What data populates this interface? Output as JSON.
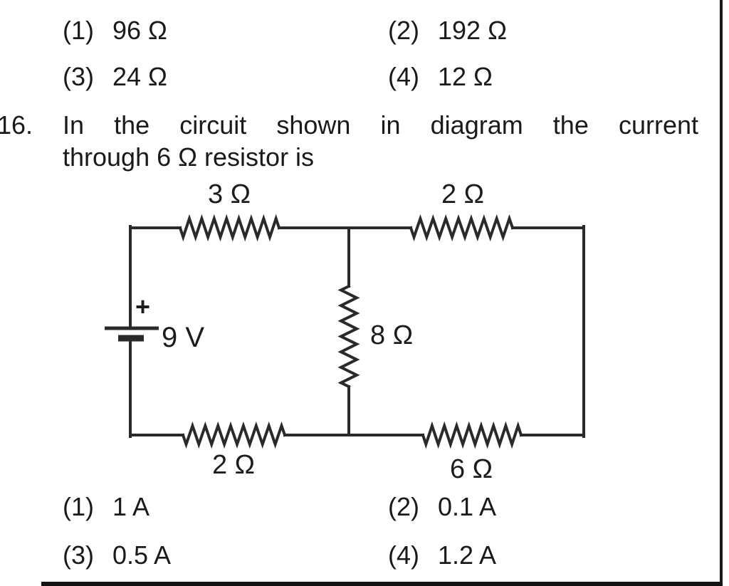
{
  "page": {
    "ink_color": "#1a1a1a",
    "wire_color": "#2a2a2a"
  },
  "prev_options": {
    "items": [
      {
        "num": "(1)",
        "value": "96 Ω"
      },
      {
        "num": "(2)",
        "value": "192 Ω"
      },
      {
        "num": "(3)",
        "value": "24 Ω"
      },
      {
        "num": "(4)",
        "value": "12 Ω"
      }
    ]
  },
  "question": {
    "number": "16.",
    "line1": "In the circuit shown in diagram the current",
    "line2": "through 6 Ω resistor is"
  },
  "circuit": {
    "battery": {
      "polarity": "+",
      "label": "9 V"
    },
    "resistors": {
      "top_left": "3 Ω",
      "top_right": "2 Ω",
      "middle": "8 Ω",
      "bottom_left": "2 Ω",
      "bottom_right": "6 Ω"
    }
  },
  "options": {
    "items": [
      {
        "num": "(1)",
        "value": "1 A"
      },
      {
        "num": "(2)",
        "value": "0.1 A"
      },
      {
        "num": "(3)",
        "value": "0.5 A"
      },
      {
        "num": "(4)",
        "value": "1.2 A"
      }
    ]
  }
}
